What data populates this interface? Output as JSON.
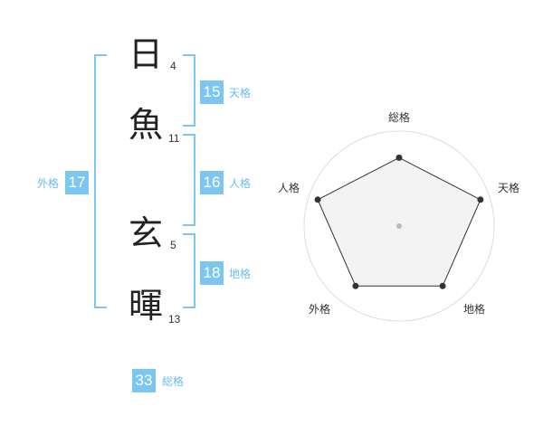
{
  "name": {
    "characters": [
      {
        "char": "日",
        "strokes": "4"
      },
      {
        "char": "魚",
        "strokes": "11"
      },
      {
        "char": "玄",
        "strokes": "5"
      },
      {
        "char": "暉",
        "strokes": "13"
      }
    ]
  },
  "fortune": {
    "tenkaku": {
      "value": "15",
      "label": "天格"
    },
    "jinkaku": {
      "value": "16",
      "label": "人格"
    },
    "chikaku": {
      "value": "18",
      "label": "地格"
    },
    "gaikaku": {
      "value": "17",
      "label": "外格"
    },
    "soukaku": {
      "value": "33",
      "label": "総格"
    }
  },
  "chart_data": {
    "type": "radar",
    "axes": [
      "総格",
      "天格",
      "地格",
      "外格",
      "人格"
    ],
    "values": [
      0.72,
      0.9,
      0.78,
      0.78,
      0.9
    ],
    "rings": 4,
    "colors": {
      "line": "#333333",
      "fill": "#f0f0f0",
      "ring": "#dddddd",
      "center": "#bbbbbb"
    }
  },
  "colors": {
    "accent": "#7cc7f2",
    "accent_text": "#6bbde8"
  }
}
